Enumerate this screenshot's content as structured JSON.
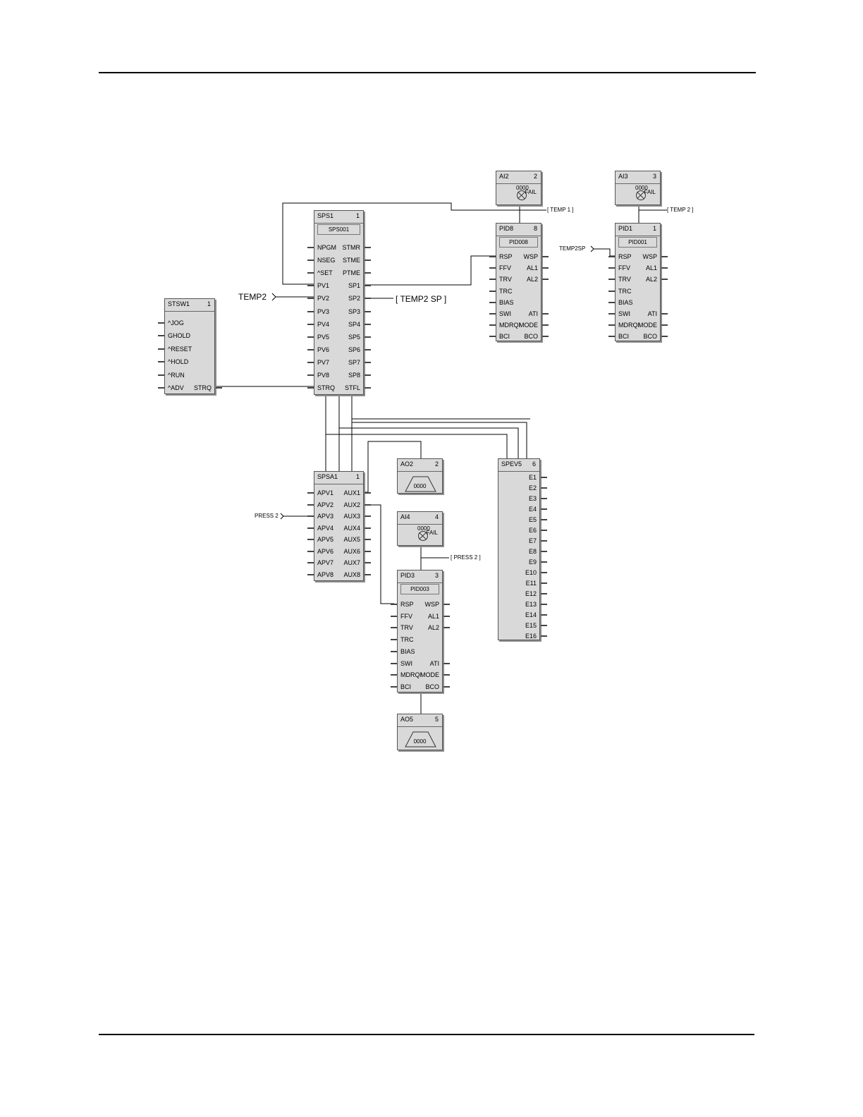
{
  "blocks": {
    "ai2": {
      "name": "AI2",
      "num": "2",
      "value": "0000",
      "fail": "FAIL"
    },
    "ai3": {
      "name": "AI3",
      "num": "3",
      "value": "0000",
      "fail": "FAIL"
    },
    "ai4": {
      "name": "AI4",
      "num": "4",
      "value": "0000",
      "fail": "FAIL"
    },
    "pid8": {
      "name": "PID8",
      "num": "8",
      "tag": "PID008",
      "left": [
        "RSP",
        "FFV",
        "TRV",
        "TRC",
        "BIAS",
        "SWI",
        "MDRQI",
        "BCI"
      ],
      "right": [
        "WSP",
        "AL1",
        "AL2",
        "",
        "",
        "ATI",
        "MODE",
        "BCO"
      ]
    },
    "pid1": {
      "name": "PID1",
      "num": "1",
      "tag": "PID001",
      "left": [
        "RSP",
        "FFV",
        "TRV",
        "TRC",
        "BIAS",
        "SWI",
        "MDRQI",
        "BCI"
      ],
      "right": [
        "WSP",
        "AL1",
        "AL2",
        "",
        "",
        "ATI",
        "MODE",
        "BCO"
      ]
    },
    "pid3": {
      "name": "PID3",
      "num": "3",
      "tag": "PID003",
      "left": [
        "RSP",
        "FFV",
        "TRV",
        "TRC",
        "BIAS",
        "SWI",
        "MDRQI",
        "BCI"
      ],
      "right": [
        "WSP",
        "AL1",
        "AL2",
        "",
        "",
        "ATI",
        "MODE",
        "BCO"
      ]
    },
    "sps1": {
      "name": "SPS1",
      "num": "1",
      "tag": "SPS001",
      "left": [
        "NPGM",
        "NSEG",
        "^SET",
        "PV1",
        "PV2",
        "PV3",
        "PV4",
        "PV5",
        "PV6",
        "PV7",
        "PV8",
        "STRQ"
      ],
      "right": [
        "STMR",
        "STME",
        "PTME",
        "SP1",
        "SP2",
        "SP3",
        "SP4",
        "SP5",
        "SP6",
        "SP7",
        "SP8",
        "STFL"
      ]
    },
    "stsw1": {
      "name": "STSW1",
      "num": "1",
      "left": [
        "^JOG",
        "GHOLD",
        "^RESET",
        "^HOLD",
        "^RUN",
        "^ADV"
      ],
      "right": [
        "",
        "",
        "",
        "",
        "",
        "STRQ"
      ]
    },
    "spsa1": {
      "name": "SPSA1",
      "num": "1",
      "left": [
        "APV1",
        "APV2",
        "APV3",
        "APV4",
        "APV5",
        "APV6",
        "APV7",
        "APV8"
      ],
      "right": [
        "AUX1",
        "AUX2",
        "AUX3",
        "AUX4",
        "AUX5",
        "AUX6",
        "AUX7",
        "AUX8"
      ]
    },
    "ao2": {
      "name": "AO2",
      "num": "2",
      "value": "0000"
    },
    "ao5": {
      "name": "AO5",
      "num": "5",
      "value": "0000"
    },
    "spev5": {
      "name": "SPEV5",
      "num": "6",
      "right": [
        "E1",
        "E2",
        "E3",
        "E4",
        "E5",
        "E6",
        "E7",
        "E8",
        "E9",
        "E10",
        "E11",
        "E12",
        "E13",
        "E14",
        "E15",
        "E16"
      ]
    }
  },
  "labels": {
    "temp1_tag": "[ TEMP 1 ]",
    "temp2_tag": "[ TEMP 2 ]",
    "temp2sp_in": "TEMP2SP",
    "temp2_in": "TEMP2",
    "temp2sp_tag": "[ TEMP2 SP ]",
    "press2_in": "PRESS 2",
    "press2_tag": "[ PRESS 2 ]"
  }
}
